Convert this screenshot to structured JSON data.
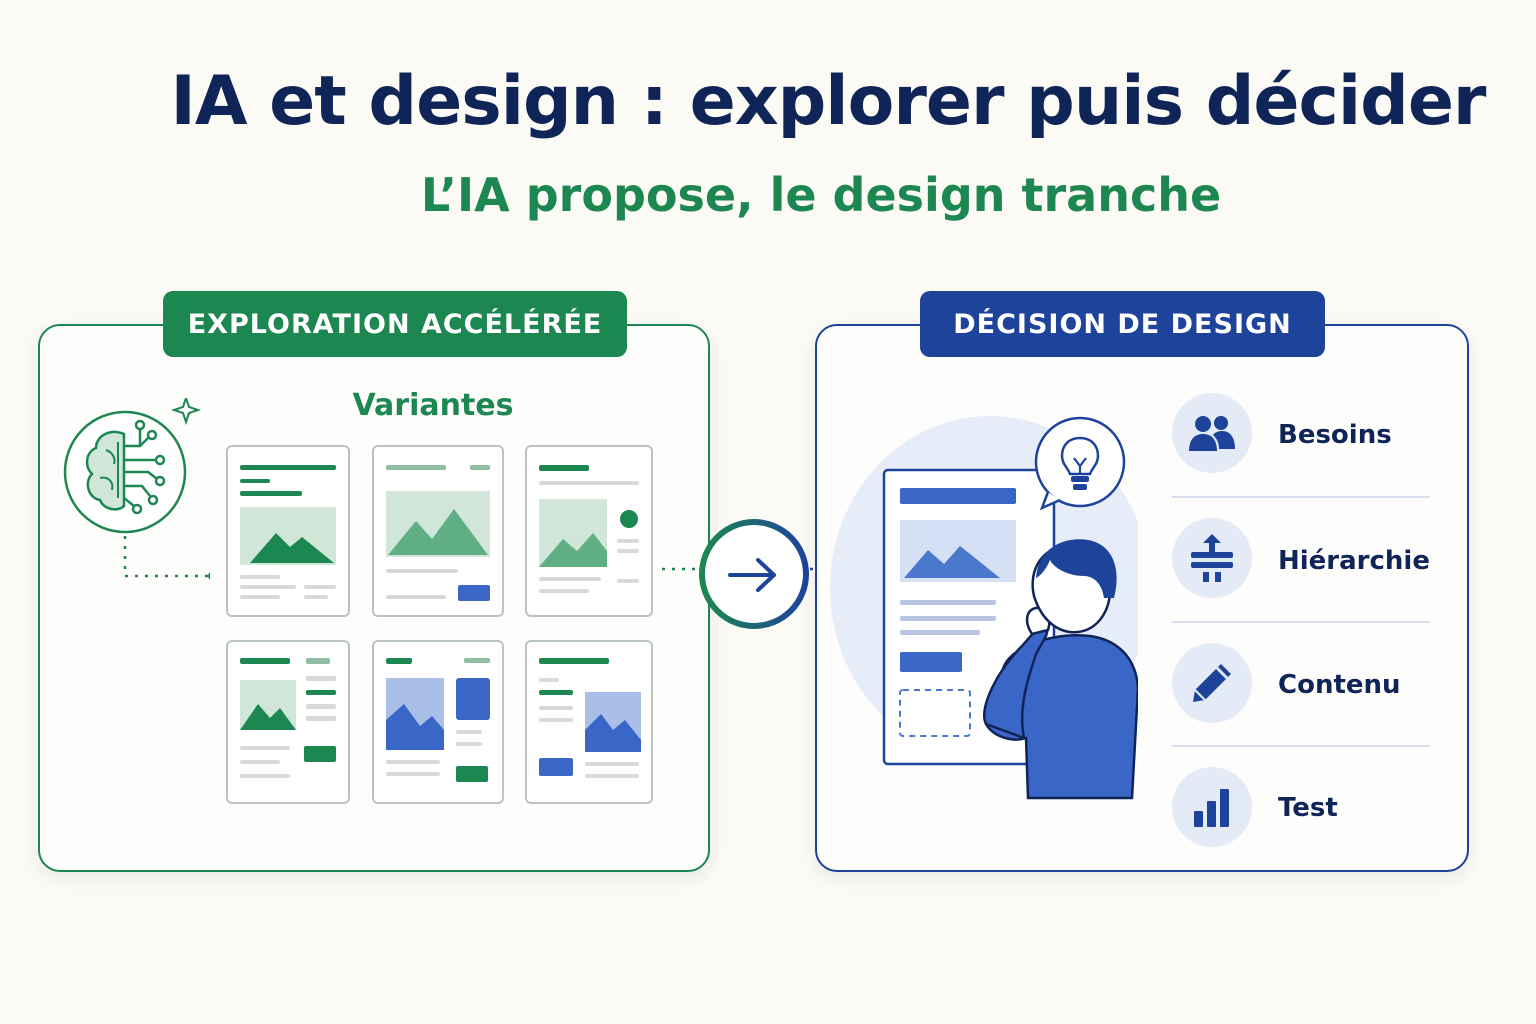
{
  "title": "IA et design : explorer puis décider",
  "subtitle": "L’IA propose, le design tranche",
  "exploration": {
    "badge": "EXPLORATION ACCÉLÉRÉE",
    "variants_label": "Variantes"
  },
  "decision": {
    "badge": "DÉCISION DE DESIGN",
    "criteria": [
      {
        "label": "Besoins",
        "icon": "people-icon"
      },
      {
        "label": "Hiérarchie",
        "icon": "hierarchy-icon"
      },
      {
        "label": "Contenu",
        "icon": "pencil-icon"
      },
      {
        "label": "Test",
        "icon": "bar-chart-icon"
      }
    ]
  },
  "colors": {
    "background": "#fbfaf5",
    "navy": "#0f2457",
    "green": "#1d8751",
    "blue": "#1e439b",
    "light_blue": "#4a78cc"
  }
}
